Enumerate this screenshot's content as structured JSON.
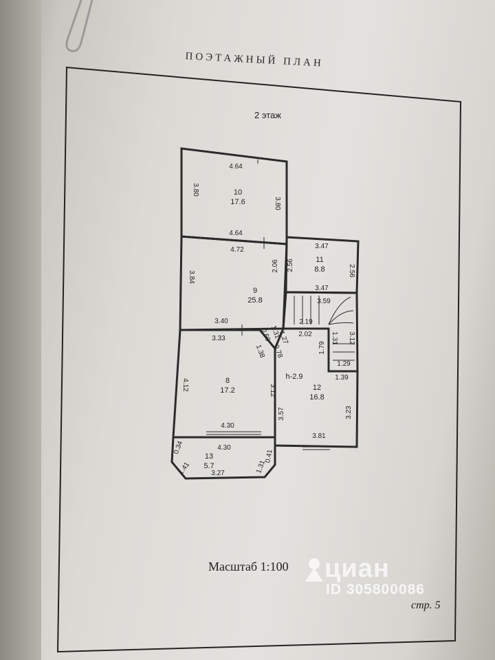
{
  "document": {
    "title": "ПОЭТАЖНЫЙ ПЛАН",
    "floor": "2 этаж",
    "scale": "Масштаб 1:100",
    "page": "стр. 5"
  },
  "watermark": {
    "brand": "циан",
    "id": "ID 305800086"
  },
  "plan": {
    "rooms": [
      {
        "number": "10",
        "area": "17.6"
      },
      {
        "number": "11",
        "area": "8.8"
      },
      {
        "number": "9",
        "area": "25.8"
      },
      {
        "number": "8",
        "area": "17.2"
      },
      {
        "number": "12",
        "area": "16.8",
        "height": "h-2.9"
      },
      {
        "number": "13",
        "area": "5.7"
      }
    ],
    "dimensions": {
      "r10_top": "4.64",
      "r10_left": "3.80",
      "r10_right": "3.80",
      "r10_bottom": "4.64",
      "r9_top": "4.72",
      "r9_left": "3.84",
      "r9_right": "2.06",
      "r9_bottom": "3.40",
      "r11_top": "3.47",
      "r11_left": "2.56",
      "r11_right": "2.56",
      "r11_bottom": "3.47",
      "stair_top": "3.59",
      "stair_a": "2.19",
      "stair_b": "2.02",
      "stair_c": "1.31",
      "stair_d": "3.12",
      "stair_e": "1.79",
      "stair_f": "1.29",
      "stair_g": "1.39",
      "hall_a": "0.60",
      "hall_b": "1.31",
      "hall_c": "1.27",
      "hall_d": "0.78",
      "hall_e": "1.38",
      "r8_top": "3.33",
      "r8_left": "4.12",
      "r8_right": "3.12",
      "r8_bottom": "4.30",
      "r12_left": "3.57",
      "r12_right": "3.23",
      "r12_bottom": "3.81",
      "r13_top": "4.30",
      "r13_left_a": "0.34",
      "r13_left_b": "1.41",
      "r13_right_a": "0.41",
      "r13_right_b": "1.31",
      "r13_bottom": "3.27"
    }
  }
}
